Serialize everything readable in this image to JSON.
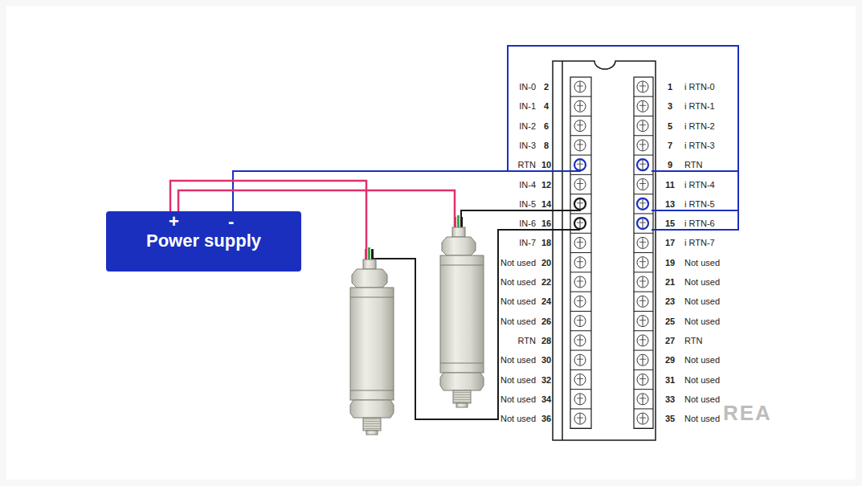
{
  "diagram": {
    "nodes": [
      {
        "text": [
          "+",
          "-",
          "Power supply"
        ]
      }
    ],
    "labels": [
      "IN-0",
      "2",
      "1",
      "i RTN-0",
      "IN-1",
      "4",
      "3",
      "i RTN-1",
      "IN-2",
      "6",
      "5",
      "i RTN-2",
      "IN-3",
      "8",
      "7",
      "i RTN-3",
      "RTN",
      "10",
      "9",
      "RTN",
      "IN-4",
      "12",
      "11",
      "i RTN-4",
      "IN-5",
      "14",
      "13",
      "i RTN-5",
      "IN-6",
      "16",
      "15",
      "i RTN-6",
      "IN-7",
      "18",
      "17",
      "i RTN-7",
      "Not used",
      "20",
      "19",
      "Not used",
      "Not used",
      "22",
      "21",
      "Not used",
      "Not used",
      "24",
      "23",
      "Not used",
      "Not used",
      "26",
      "25",
      "Not used",
      "RTN",
      "28",
      "27",
      "RTN",
      "Not used",
      "30",
      "29",
      "Not used",
      "Not used",
      "32",
      "31",
      "Not used",
      "Not used",
      "34",
      "33",
      "Not used",
      "Not used",
      "36",
      "35",
      "Not used",
      "REA"
    ]
  }
}
